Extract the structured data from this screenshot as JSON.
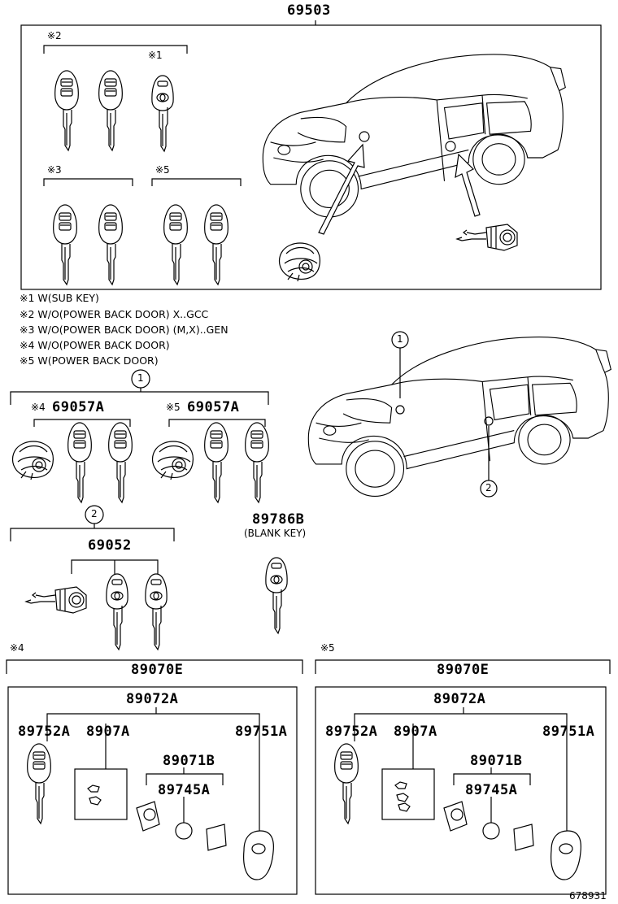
{
  "diagram": {
    "top_part": "69503",
    "top_group_marks": [
      "※2",
      "※1",
      "※3",
      "※5"
    ],
    "notes": [
      "※1 W(SUB KEY)",
      "※2 W/O(POWER BACK DOOR) X..GCC",
      "※3 W/O(POWER BACK DOOR) (M,X)..GEN",
      "※4 W/O(POWER BACK DOOR)",
      "※5 W(POWER BACK DOOR)"
    ],
    "callouts": [
      "1",
      "2"
    ],
    "group1": {
      "mark_a": "※4",
      "part_a": "69057A",
      "mark_b": "※5",
      "part_b": "69057A"
    },
    "group2": {
      "part": "69052"
    },
    "blank_key": {
      "part": "89786B",
      "label": "(BLANK KEY)"
    },
    "transmitter_left": {
      "mark": "※4",
      "assembly": "89070E",
      "sub": "89072A",
      "p1": "89752A",
      "p2": "8907A",
      "p3": "89751A",
      "p4": "89071B",
      "p5": "89745A"
    },
    "transmitter_right": {
      "mark": "※5",
      "assembly": "89070E",
      "sub": "89072A",
      "p1": "89752A",
      "p2": "8907A",
      "p3": "89751A",
      "p4": "89071B",
      "p5": "89745A"
    },
    "drawing_number": "678931"
  }
}
